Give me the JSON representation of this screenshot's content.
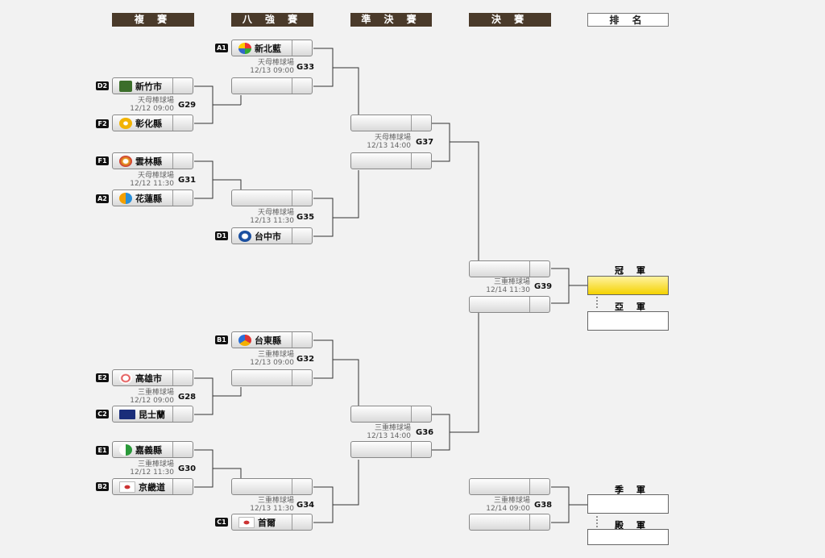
{
  "headers": [
    "複 賽",
    "八 強 賽",
    "準 決 賽",
    "決 賽",
    "排 名"
  ],
  "seeds": {
    "A1": "A1",
    "D2": "D2",
    "F2": "F2",
    "F1": "F1",
    "A2": "A2",
    "D1": "D1",
    "B1": "B1",
    "E2": "E2",
    "C2": "C2",
    "E1": "E1",
    "B2": "B2",
    "C1": "C1"
  },
  "teams": {
    "new_taipei": "新北藍",
    "hsinchu": "新竹市",
    "changhua": "彰化縣",
    "yunlin": "雲林縣",
    "hualien": "花蓮縣",
    "taichung": "台中市",
    "taitung": "台東縣",
    "kaohsiung": "高雄市",
    "queensland": "昆士蘭",
    "chiayi": "嘉義縣",
    "gyeonggi": "京畿道",
    "seoul": "首爾"
  },
  "games": {
    "g33": {
      "id": "G33",
      "venue": "天母棒球場",
      "time": "12/13 09:00"
    },
    "g29": {
      "id": "G29",
      "venue": "天母棒球場",
      "time": "12/12 09:00"
    },
    "g31": {
      "id": "G31",
      "venue": "天母棒球場",
      "time": "12/12 11:30"
    },
    "g35": {
      "id": "G35",
      "venue": "天母棒球場",
      "time": "12/13 11:30"
    },
    "g37": {
      "id": "G37",
      "venue": "天母棒球場",
      "time": "12/13 14:00"
    },
    "g39": {
      "id": "G39",
      "venue": "三重棒球場",
      "time": "12/14 11:30"
    },
    "g32": {
      "id": "G32",
      "venue": "三重棒球場",
      "time": "12/13 09:00"
    },
    "g28": {
      "id": "G28",
      "venue": "三重棒球場",
      "time": "12/12 09:00"
    },
    "g30": {
      "id": "G30",
      "venue": "三重棒球場",
      "time": "12/12 11:30"
    },
    "g34": {
      "id": "G34",
      "venue": "三重棒球場",
      "time": "12/13 11:30"
    },
    "g36": {
      "id": "G36",
      "venue": "三重棒球場",
      "time": "12/13 14:00"
    },
    "g38": {
      "id": "G38",
      "venue": "三重棒球場",
      "time": "12/14 09:00"
    }
  },
  "ranks": {
    "champion": "冠 軍",
    "runner_up": "亞 軍",
    "third": "季 軍",
    "fourth": "殿 軍"
  },
  "colors": {
    "header_bg": "#4a3a2a",
    "champion_fill": "#f4d200"
  }
}
